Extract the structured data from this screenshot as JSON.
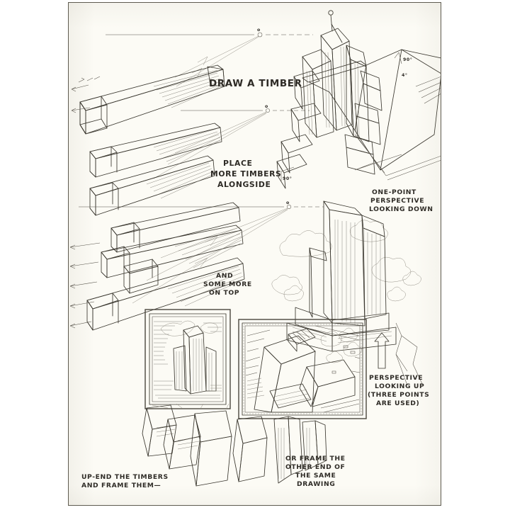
{
  "page": {
    "kind": "scanned-book-page",
    "subject": "perspective-drawing-tutorial",
    "paper_color": "#fcfbf5",
    "ink_color": "#3a372f",
    "border_color": "#5e5b50",
    "background_color": "#ffffff"
  },
  "captions": {
    "draw_a_timber": "DRAW A TIMBER",
    "place_more_timbers": [
      "PLACE",
      "MORE  TIMBERS",
      "ALONGSIDE"
    ],
    "and_some_more_on_top": [
      "AND",
      "SOME MORE",
      "ON TOP"
    ],
    "one_point_looking_down": [
      "ONE-POINT",
      "PERSPECTIVE",
      "LOOKING DOWN"
    ],
    "perspective_looking_up": [
      "PERSPECTIVE",
      "LOOKING  UP",
      "(THREE POINTS",
      "ARE USED)"
    ],
    "up_end_the_timbers": [
      "UP-END THE TIMBERS",
      "AND FRAME THEM—"
    ],
    "or_frame_the_other_end": [
      "OR FRAME THE",
      "OTHER END OF",
      "THE SAME",
      "DRAWING"
    ]
  },
  "annotations": {
    "angle_top": "90°",
    "angle_mid": "4°",
    "angle_low": "90°",
    "vanishing_point_upper": "o",
    "vanishing_point_mid": "o",
    "vanishing_point_lower": "o"
  },
  "figures": [
    {
      "id": "fig-horizon-upper",
      "name": "upper-horizon-line-with-vanishing-point"
    },
    {
      "id": "fig-timber-single",
      "name": "single-timber-in-one-point-perspective"
    },
    {
      "id": "fig-horizon-mid",
      "name": "middle-horizon-line-with-vanishing-point"
    },
    {
      "id": "fig-timbers-pair",
      "name": "two-timbers-side-by-side"
    },
    {
      "id": "fig-timbers-stack",
      "name": "stacked-timbers-forming-tower-mass"
    },
    {
      "id": "fig-horizon-lower",
      "name": "lower-horizon-line-with-vanishing-point"
    },
    {
      "id": "fig-skyscraper-down",
      "name": "art-deco-skyscraper-looking-down"
    },
    {
      "id": "fig-ground-plane",
      "name": "folded-ground-plane-with-angles"
    },
    {
      "id": "fig-tower-cloud",
      "name": "setback-tower-with-clouds-and-trees"
    },
    {
      "id": "fig-frame-small",
      "name": "framed-vertical-tower-drawing"
    },
    {
      "id": "fig-frame-large",
      "name": "framed-aerial-skyscraper-drawing"
    },
    {
      "id": "fig-upend-timbers",
      "name": "up-ended-timber-blocks"
    },
    {
      "id": "fig-arrow-up",
      "name": "upward-arrow-pointing-to-framed-view"
    }
  ]
}
